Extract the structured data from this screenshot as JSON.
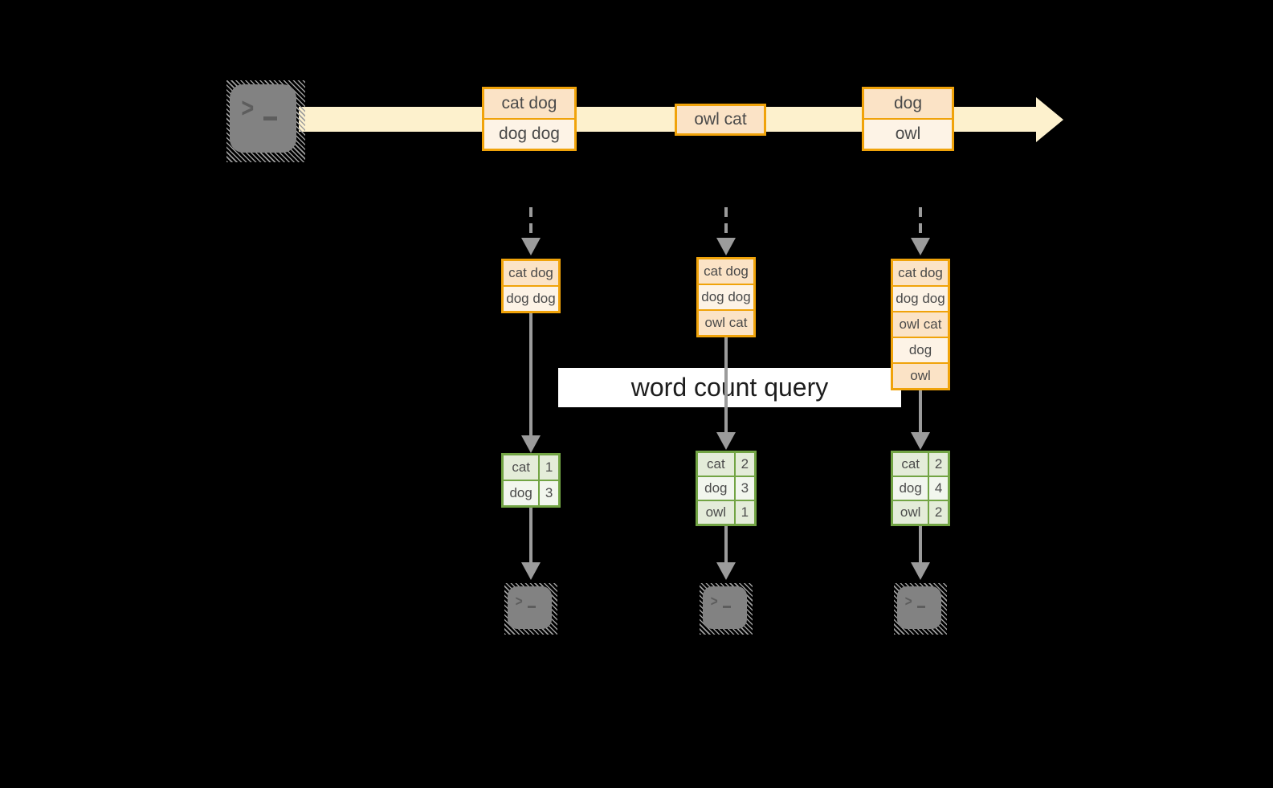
{
  "query": {
    "label": "word count query"
  },
  "icons": {
    "terminal_glyph": ">"
  },
  "colors": {
    "background": "#000000",
    "stream": "#fdf1cd",
    "orange_border": "#f0a30a",
    "orange_cell_dark": "#fbe3c6",
    "orange_cell_light": "#fdf3e6",
    "green_border": "#72a444",
    "green_cell_dark": "#e4ecd9",
    "green_cell_light": "#f2f6ee",
    "arrow_gray": "#9b9b9b",
    "terminal_gray": "#828282",
    "banner_bg": "#ffffff"
  },
  "stream": {
    "batches": [
      {
        "rows": [
          "cat dog",
          "dog dog"
        ]
      },
      {
        "rows": [
          "owl cat"
        ]
      },
      {
        "rows": [
          "dog",
          "owl"
        ]
      }
    ]
  },
  "columns": [
    {
      "state_rows": [
        "cat dog",
        "dog dog"
      ],
      "result": [
        {
          "word": "cat",
          "count": "1"
        },
        {
          "word": "dog",
          "count": "3"
        }
      ]
    },
    {
      "state_rows": [
        "cat dog",
        "dog dog",
        "owl cat"
      ],
      "result": [
        {
          "word": "cat",
          "count": "2"
        },
        {
          "word": "dog",
          "count": "3"
        },
        {
          "word": "owl",
          "count": "1"
        }
      ]
    },
    {
      "state_rows": [
        "cat dog",
        "dog dog",
        "owl cat",
        "dog",
        "owl"
      ],
      "result": [
        {
          "word": "cat",
          "count": "2"
        },
        {
          "word": "dog",
          "count": "4"
        },
        {
          "word": "owl",
          "count": "2"
        }
      ]
    }
  ]
}
